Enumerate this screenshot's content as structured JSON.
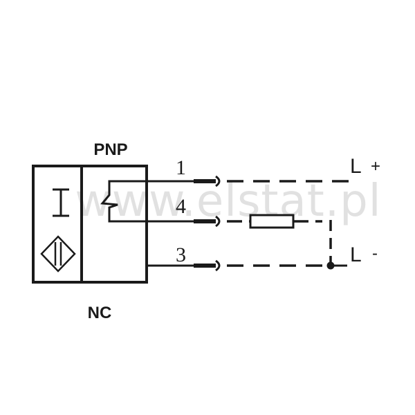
{
  "diagram": {
    "output_type": "PNP",
    "contact_type": "NC",
    "pins": [
      "1",
      "4",
      "3"
    ],
    "supply_positive": {
      "letter": "L",
      "sign": "+"
    },
    "supply_negative": {
      "letter": "L",
      "sign": "-"
    },
    "watermark": "www.elstat.pl",
    "icons": {
      "sensor_symbol": "inductive-sensor-i-icon",
      "sensing_symbol": "diamond-sensing-icon",
      "load": "resistor-load-icon",
      "contact": "nc-switch-contact-icon"
    },
    "colors": {
      "ink": "#1a1a1a",
      "watermark": "#bdbdbd",
      "background": "#ffffff"
    }
  }
}
